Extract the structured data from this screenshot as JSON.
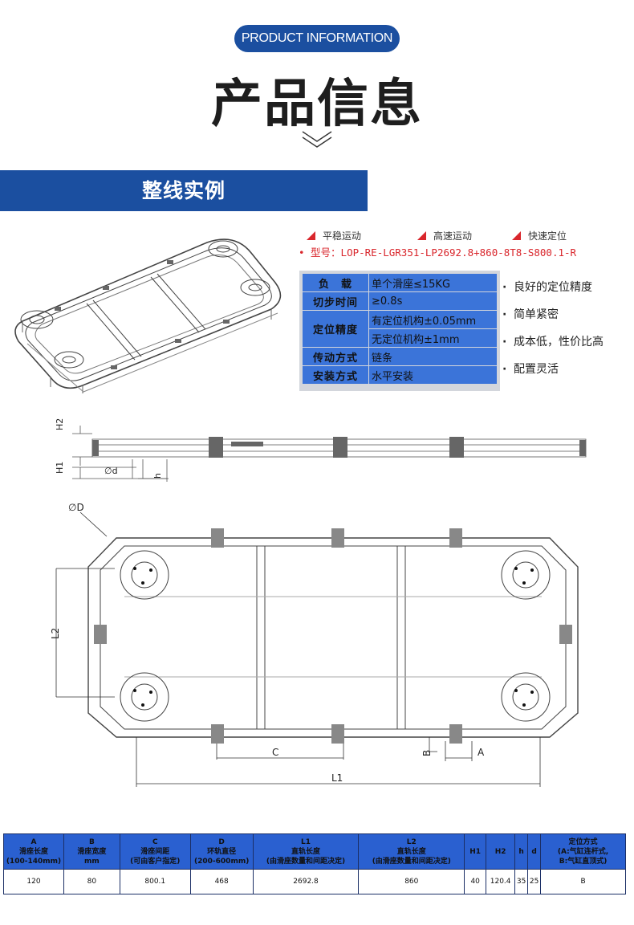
{
  "header": {
    "pill": "PRODUCT INFORMATION",
    "title": "产品信息"
  },
  "section": {
    "title": "整线实例"
  },
  "features": [
    "平稳运动",
    "高速运动",
    "快速定位"
  ],
  "model": "• 型号：LOP-RE-LGR351-LP2692.8+860-8T8-S800.1-R",
  "specs": {
    "load_key": "负　载",
    "load_val": "单个滑座≤15KG",
    "step_key": "切步时间",
    "step_val": "≥0.8s",
    "pos_key": "定位精度",
    "pos_val1": "有定位机构±0.05mm",
    "pos_val2": "无定位机构±1mm",
    "drive_key": "传动方式",
    "drive_val": "链条",
    "mount_key": "安装方式",
    "mount_val": "水平安装"
  },
  "bullets": [
    "良好的定位精度",
    "简单紧密",
    "成本低，性价比高",
    "配置灵活"
  ],
  "drawing_labels": {
    "H2": "H2",
    "H1": "H1",
    "d": "∅d",
    "h": "h",
    "D": "∅D",
    "L2": "L2",
    "C": "C",
    "B": "B",
    "A": "A",
    "L1": "L1"
  },
  "table": {
    "headers": [
      [
        "A",
        "滑座长度",
        "(100-140mm)"
      ],
      [
        "B",
        "滑座宽度",
        "mm"
      ],
      [
        "C",
        "滑座间距",
        "(可由客户指定)"
      ],
      [
        "D",
        "环轨直径",
        "(200-600mm)"
      ],
      [
        "L1",
        "直轨长度",
        "(由滑座数量和间距决定)"
      ],
      [
        "L2",
        "直轨长度",
        "(由滑座数量和间距决定)"
      ],
      [
        "H1"
      ],
      [
        "H2"
      ],
      [
        "h"
      ],
      [
        "d"
      ],
      [
        "定位方式",
        "(A:气缸连杆式,",
        "B:气缸直顶式)"
      ]
    ],
    "row": [
      "120",
      "80",
      "800.1",
      "468",
      "2692.8",
      "860",
      "40",
      "120.4",
      "35",
      "25",
      "B"
    ]
  },
  "colors": {
    "brand_blue": "#1b4fa0",
    "accent_red": "#d9262c",
    "table_blue": "#3b74d9"
  }
}
